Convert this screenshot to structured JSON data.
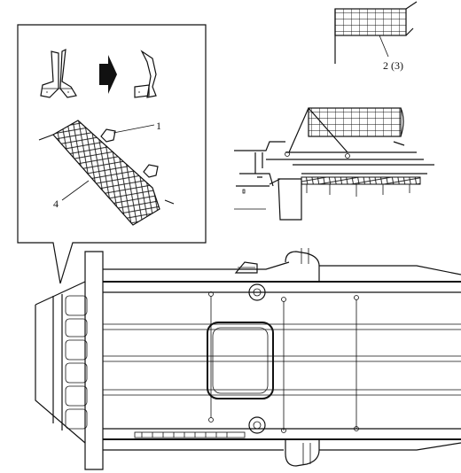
{
  "diagram": {
    "callouts": [
      {
        "id": "callout-1",
        "text": "1"
      },
      {
        "id": "callout-4",
        "text": "4"
      },
      {
        "id": "callout-2-3",
        "text": "2 (3)"
      }
    ]
  },
  "colors": {
    "line": "#111111",
    "background": "#ffffff",
    "arrow": "#111111"
  }
}
